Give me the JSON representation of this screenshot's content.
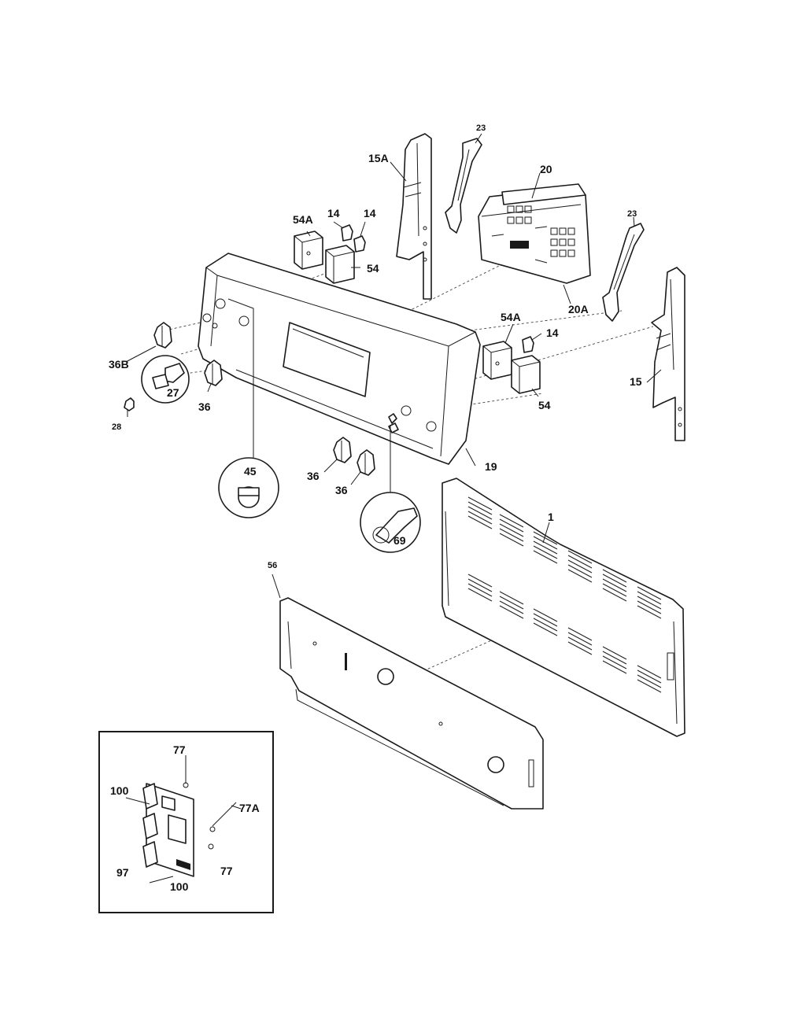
{
  "diagram": {
    "labels": {
      "p23a": "23",
      "p15A": "15A",
      "p20": "20",
      "p23b": "23",
      "p54A_top": "54A",
      "p14_a": "14",
      "p14_b": "14",
      "p54_top": "54",
      "p20A": "20A",
      "p36B": "36B",
      "p27": "27",
      "p36_left": "36",
      "p28": "28",
      "p54A_right": "54A",
      "p14_right": "14",
      "p15": "15",
      "p54_right": "54",
      "p19": "19",
      "p36_mid1": "36",
      "p36_mid2": "36",
      "p45": "45",
      "p69": "69",
      "p1": "1",
      "p56": "56",
      "p77_top": "77",
      "p100_top": "100",
      "p77A": "77A",
      "p97": "97",
      "p77_bot": "77",
      "p100_bot": "100"
    }
  }
}
